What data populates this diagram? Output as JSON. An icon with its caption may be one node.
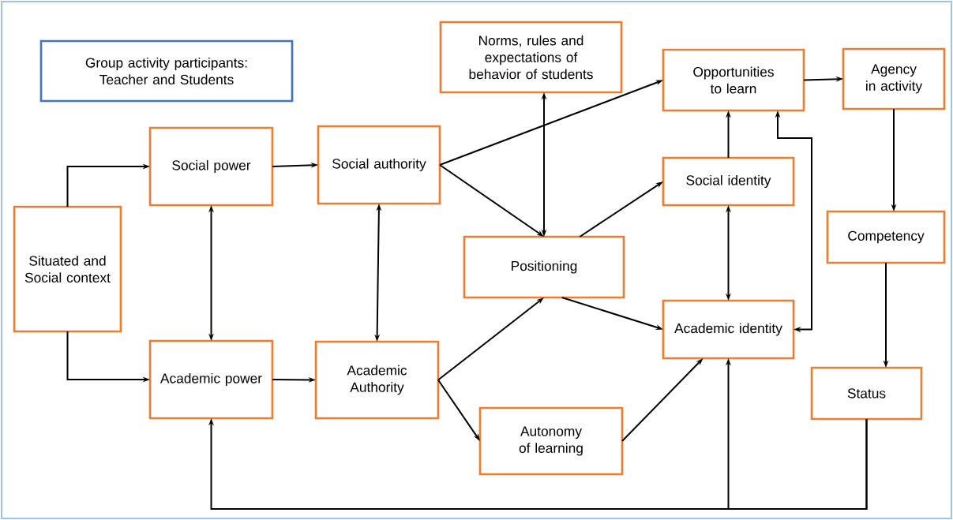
{
  "diagram": {
    "nodes": [
      {
        "text": [
          "Group activity participants: Teacher and Students"
        ]
      },
      {
        "text": [
          "Norms, rules and expectations of behavior of students"
        ]
      },
      {
        "text": [
          "Opportunities to learn"
        ]
      },
      {
        "text": [
          "Agency in activity"
        ]
      },
      {
        "text": [
          "Social power"
        ]
      },
      {
        "text": [
          "Social authority"
        ]
      },
      {
        "text": [
          "Situated and Social context"
        ]
      },
      {
        "text": [
          "Social identity"
        ]
      },
      {
        "text": [
          "Positioning"
        ]
      },
      {
        "text": [
          "Competency"
        ]
      },
      {
        "text": [
          "Academic power"
        ]
      },
      {
        "text": [
          "Academic Authority"
        ]
      },
      {
        "text": [
          "Academic identity"
        ]
      },
      {
        "text": [
          "Status"
        ]
      },
      {
        "text": [
          "Autonomy of learning"
        ]
      }
    ],
    "edges": [
      {
        "from": 6,
        "to": 4,
        "arrow": "to"
      },
      {
        "from": 6,
        "to": 10,
        "arrow": "to"
      },
      {
        "from": 4,
        "to": 5,
        "arrow": "to"
      },
      {
        "from": 4,
        "to": 10,
        "arrow": "both"
      },
      {
        "from": 5,
        "to": 11,
        "arrow": "both"
      },
      {
        "from": 10,
        "to": 11,
        "arrow": "to"
      },
      {
        "from": 5,
        "to": 2,
        "arrow": "to"
      },
      {
        "from": 5,
        "to": 8,
        "arrow": "to"
      },
      {
        "from": 1,
        "to": 8,
        "arrow": "both"
      },
      {
        "from": 8,
        "to": 7,
        "arrow": "to"
      },
      {
        "from": 8,
        "to": 12,
        "arrow": "to"
      },
      {
        "from": 11,
        "to": 8,
        "arrow": "to"
      },
      {
        "from": 11,
        "to": 14,
        "arrow": "to"
      },
      {
        "from": 14,
        "to": 12,
        "arrow": "to"
      },
      {
        "from": 7,
        "to": 2,
        "arrow": "to"
      },
      {
        "from": 12,
        "to": 7,
        "arrow": "both"
      },
      {
        "from": 2,
        "to": 12,
        "arrow": "both"
      },
      {
        "from": 2,
        "to": 3,
        "arrow": "to"
      },
      {
        "from": 3,
        "to": 9,
        "arrow": "to"
      },
      {
        "from": 9,
        "to": 13,
        "arrow": "to"
      },
      {
        "from": 13,
        "to": 10,
        "arrow": "to"
      },
      {
        "from": 13,
        "to": 12,
        "arrow": "to"
      }
    ]
  }
}
